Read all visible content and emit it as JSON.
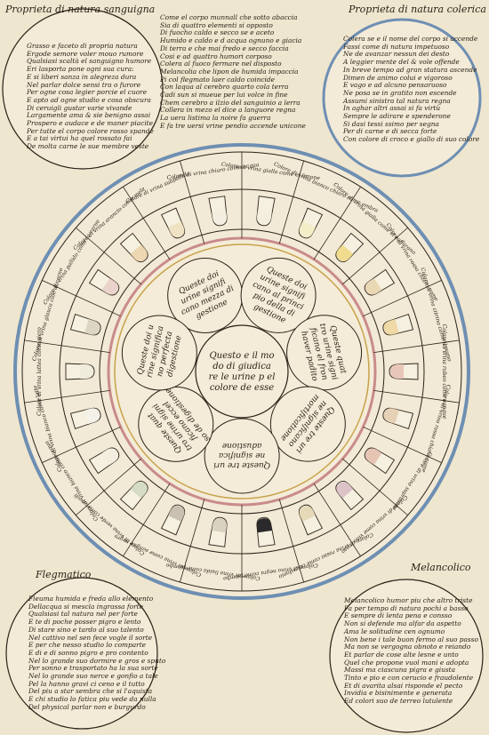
{
  "corners": {
    "top_left": {
      "title": "Proprieta di natura sanguigna",
      "lines": [
        "Grasso e faceto di propria natura",
        "Ergode semore voler mouo rumore",
        "Qualsiasi scaltà el sanguigno humore",
        "Eri lasporta pone ogni sua cura:",
        "E si liberi sanza in alegreza dura",
        "Nel parlar dolce sensi tra o furore",
        "Per ogne cosa legier porcie el cuore",
        "E apto ad ogne studio e cosa obscura",
        "Di ceruigli gustar varie vivande",
        "Largamente ama & sie benigno assai",
        "Prospero e audace e de maner piacite",
        "Per tutte el corpo colore rosso spande",
        "E a tai virtui ha quel rossato fai",
        "De molta carne le sue membre veste"
      ]
    },
    "top_right": {
      "title": "Proprieta di natura colerica",
      "lines": [
        "Colera se e il nome del corpo si accende",
        "Fassi come di natura impetuoso",
        "Ne de avanzar nessun dei desto",
        "A leggier mente del & vole offende",
        "In breve tempo ad gran statura ascende",
        "Dimen de animo colui e vigoroso",
        "E vago e ad alcuno pensaruoso",
        "Ne posa se in gratito non escende",
        "Assumi sinistra tal natura regna",
        "In aghar altri assai si fa virtù",
        "Sempre le adirare e spenderone",
        "Si dasi tessi ssimo per segna",
        "Per di carne e di secca forte",
        "Con colore di croco e giallo di suo colore"
      ]
    },
    "bottom_left": {
      "title": "Flegmatico",
      "lines": [
        "Fleuma humida e freda allo elemento",
        "Dellacqua si mescla ingrassa forte",
        "Qualsiasi tal natura nel per forte",
        "E te di poche posser pigro e lento",
        "Di stare sino e tardo al suo talento",
        "Nel cattivo nel sen fece vogle il sorte",
        "E per che nesso studio lo comparte",
        "E di e di sonno pigro e pro contento",
        "Nel lo grande suo dormire e gros e sputo",
        "Per sonno e trasportato ha la sua sorte",
        "Nel lo grande suo nerce e gonfio a tale",
        "Pel la hanno gravi ci ceno e il tutto",
        "Del piu a star sembra che si l'aquista",
        "E chi studio lo fatica piu vede da nulla",
        "Del physical parlar non e burgurdo"
      ]
    },
    "bottom_right": {
      "title": "Melancolico",
      "lines": [
        "Melancolico humor piu che altro triste",
        "Fa per tempo di natura pochi a basso",
        "E sempre di lenta pena e consso",
        "Non si defende ma alfar da aspetto",
        "Ama le solitudine cen ognumo",
        "Non bene i tale buon fermo al suo passo",
        "Ma non se vergogna obnoto e reiando",
        "Et parlar de cose alte lesne e unto",
        "Quel che propone vuol mani e adopta",
        "Massi ma ciascuna pigra e giusta",
        "Tinto e pio e con cerucio e fraudolente",
        "Et di avarita alsai risponde el pecto",
        "Invidia e bisinimente e generata",
        "Ed colori suo de terreo lutulente"
      ]
    },
    "center_top": {
      "lines": [
        "Come el corpo munnall che sotto abaccia",
        "Sia di quattro elementi si opposto",
        "Di fuocho caldo e secco se e aceto",
        "Humido e caldo e d acqua ognuno e giacia",
        "Di terra e che mai fredo e secco faccia",
        "Cosi e ad quattro humori corposo",
        "Colera al fuoco fermare nel disposto",
        "Melancolia che lipon de humida impaccia",
        "Pi col flegmato laer caldo coincide",
        "Con laqua al cerebro quarto cola terra",
        "Cadi sun si mueue per lui volce in fine",
        "Chem cerebro a ilzio del sanguinio a lerra",
        "Collera in mezo el dice a languore regna",
        "La uera listima la noire fa guerra",
        "E fa tre uersi vrine pendio accende unicone"
      ]
    }
  },
  "wheel": {
    "center_label": [
      "Questo e il mo",
      "do di giudica",
      "re le urine p el",
      "colore de esse"
    ],
    "inner_circles": [
      [
        "Queste doi",
        "urine signifi",
        "cano mezza di",
        "gestione"
      ],
      [
        "Queste doi",
        "urine signifi",
        "cano al princi",
        "pio della di",
        "gestione"
      ],
      [
        "Queste quat",
        "tro urine signi",
        "ficano el fron",
        "haver padito"
      ],
      [
        "Queste tre uri",
        "ne significano",
        "mortificatione"
      ],
      [
        "Queste tre uri",
        "ne significa",
        "adustione"
      ],
      [
        "Queste quat",
        "tro urine signi",
        "ficano eccel",
        "so de digestione"
      ],
      [
        "Queste doi u",
        "rine significa",
        "no perfecta",
        "digestione"
      ]
    ],
    "outer_labels": [
      "Colore di vrina giallo come el limone",
      "Colore di vrina bianco chiaro come ambra",
      "Colore di vrina gialla come el zaffarano",
      "Colore di vrina rossa chiara come",
      "Colore di vrina citrino come il pomo",
      "Colore di vrina rubeo come sangue",
      "Colore di vrina rossa chiara come",
      "Colore di vrina suprasuta",
      "Colore di vrina come vino rosso",
      "Colore di vrina rossa come calcedonio",
      "Colore di vrina negra come piombo",
      "Colore di vrina liuida come piombo",
      "Colore di vrina come sangue negro",
      "Colore di vrina verde come cauoli",
      "Colore di vrina bianco come acqua",
      "Colore di vrina bianco come latte",
      "Colore di vrina lattea come siero",
      "Colore di vrina glauca cioe di corno",
      "Colore di vrina pallido come la carne",
      "Colore di vrina arancio come mele",
      "Colore di vrina subpallida",
      "Colore di vrina chiaro come acqua"
    ],
    "flask_colors": [
      "#f3eedf",
      "#f4edc8",
      "#f0dc8e",
      "#ead7b4",
      "#efd9a6",
      "#e8c7b8",
      "#e7d1b6",
      "#e6c4b3",
      "#dbc3c8",
      "#e6d9b8",
      "#2a2a2a",
      "#d9d2c1",
      "#c9c0b1",
      "#d5dcc6",
      "#f3eedf",
      "#f4f1e9",
      "#f0ecdc",
      "#ddd5c4",
      "#ead3cb",
      "#edd7b0",
      "#f0e3c3",
      "#f3eedf"
    ],
    "colors": {
      "outer_ring": "#6e8fb3",
      "pink_ring": "#c98b8b",
      "gold_ring": "#c8a24a",
      "ink": "#2b2118"
    }
  }
}
